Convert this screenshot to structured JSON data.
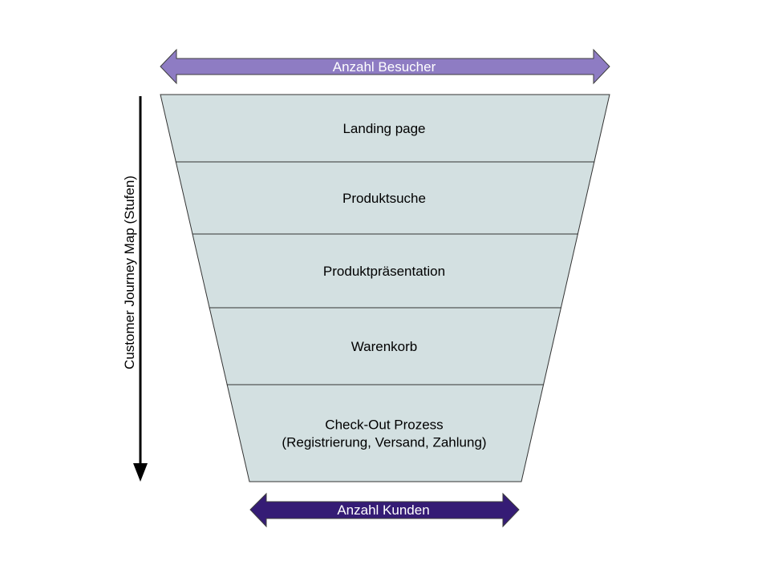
{
  "diagram": {
    "type": "funnel",
    "top_arrow_label": "Anzahl Besucher",
    "bottom_arrow_label": "Anzahl Kunden",
    "side_axis_label": "Customer Journey Map (Stufen)",
    "stages": [
      {
        "lines": [
          "Landing page"
        ]
      },
      {
        "lines": [
          "Produktsuche"
        ]
      },
      {
        "lines": [
          "Produktpräsentation"
        ]
      },
      {
        "lines": [
          "Warenkorb"
        ]
      },
      {
        "lines": [
          "Check-Out Prozess",
          "(Registrierung, Versand, Zahlung)"
        ]
      }
    ]
  },
  "colors": {
    "funnel_fill": "#d3e0e1",
    "funnel_stroke": "#333333",
    "top_arrow_fill": "#8e7cc3",
    "bottom_arrow_fill": "#351c75",
    "arrow_stroke": "#3d3d3d",
    "axis_arrow": "#000000"
  }
}
